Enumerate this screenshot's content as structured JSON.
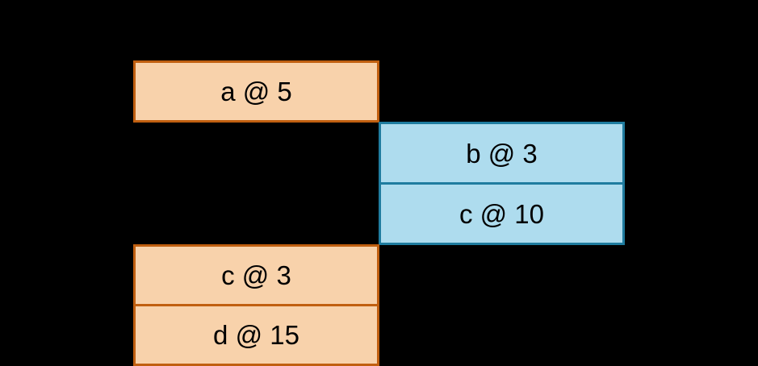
{
  "palette": {
    "background": "#000000",
    "orange_fill": "#F8D2AB",
    "orange_border": "#C05F10",
    "blue_fill": "#AEDCEE",
    "blue_border": "#1F7C9F",
    "text": "#000000"
  },
  "diagram": {
    "description": "scheduling-block-diagram",
    "blocks": {
      "a": {
        "label": "a @ 5",
        "color": "orange"
      },
      "b": {
        "label": "b @ 3",
        "color": "blue"
      },
      "c_blue": {
        "label": "c @ 10",
        "color": "blue"
      },
      "c_orange": {
        "label": "c @ 3",
        "color": "orange"
      },
      "d": {
        "label": "d @ 15",
        "color": "orange"
      }
    }
  }
}
